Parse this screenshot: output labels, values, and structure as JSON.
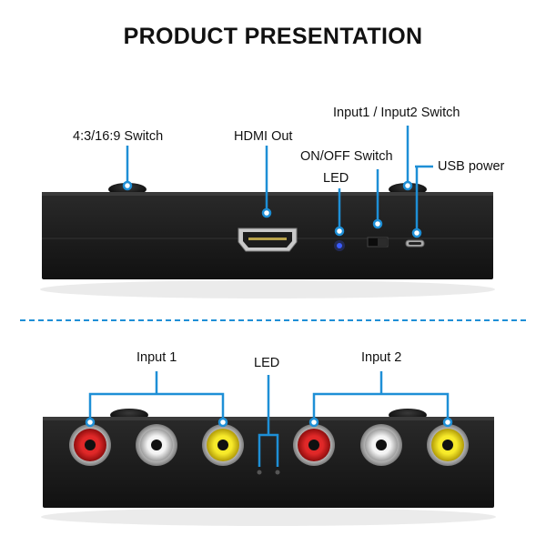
{
  "title": "PRODUCT PRESENTATION",
  "top_view": {
    "labels": {
      "aspect_switch": "4:3/16:9 Switch",
      "hdmi_out": "HDMI Out",
      "input_switch": "Input1 / Input2 Switch",
      "onoff_switch": "ON/OFF Switch",
      "led": "LED",
      "usb_power": "USB power"
    }
  },
  "bottom_view": {
    "labels": {
      "input1": "Input 1",
      "led": "LED",
      "input2": "Input 2"
    }
  },
  "colors": {
    "accent": "#1e8fd6",
    "device_body": "#1a1a1a",
    "rca_red": "#d21c1c",
    "rca_white": "#e8e8e8",
    "rca_yellow": "#f2e21a",
    "led_blue": "#3a5cff"
  }
}
